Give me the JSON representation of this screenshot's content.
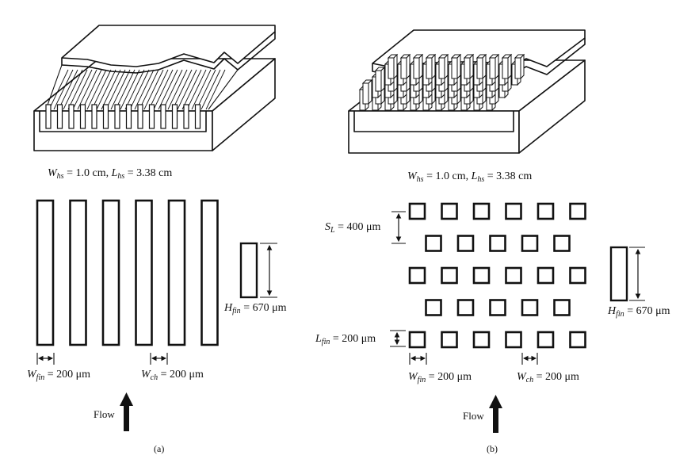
{
  "panel_a": {
    "caption_iso": {
      "w_sym": "W",
      "w_sub": "hs",
      "w_val": " = 1.0 cm, ",
      "l_sym": "L",
      "l_sub": "hs",
      "l_val": " = 3.38 cm"
    },
    "fin_count": 6,
    "h_fin": {
      "sym": "H",
      "sub": "fin",
      "val": " = 670 μm"
    },
    "w_fin": {
      "sym": "W",
      "sub": "fin",
      "val": " = 200 μm"
    },
    "w_ch": {
      "sym": "W",
      "sub": "ch",
      "val": " = 200 μm"
    },
    "flow_label": "Flow",
    "tag": "(a)"
  },
  "panel_b": {
    "caption_iso": {
      "w_sym": "W",
      "w_sub": "hs",
      "w_val": " = 1.0 cm, ",
      "l_sym": "L",
      "l_sub": "hs",
      "l_val": " = 3.38 cm"
    },
    "pin_rows": [
      6,
      5,
      6,
      5,
      6
    ],
    "s_l": {
      "sym": "S",
      "sub": "L",
      "val": " = 400 μm"
    },
    "l_fin": {
      "sym": "L",
      "sub": "fin",
      "val": " = 200 μm"
    },
    "h_fin": {
      "sym": "H",
      "sub": "fin",
      "val": " = 670 μm"
    },
    "w_fin": {
      "sym": "W",
      "sub": "fin",
      "val": " = 200 μm"
    },
    "w_ch": {
      "sym": "W",
      "sub": "ch",
      "val": " = 200 μm"
    },
    "flow_label": "Flow",
    "tag": "(b)"
  }
}
